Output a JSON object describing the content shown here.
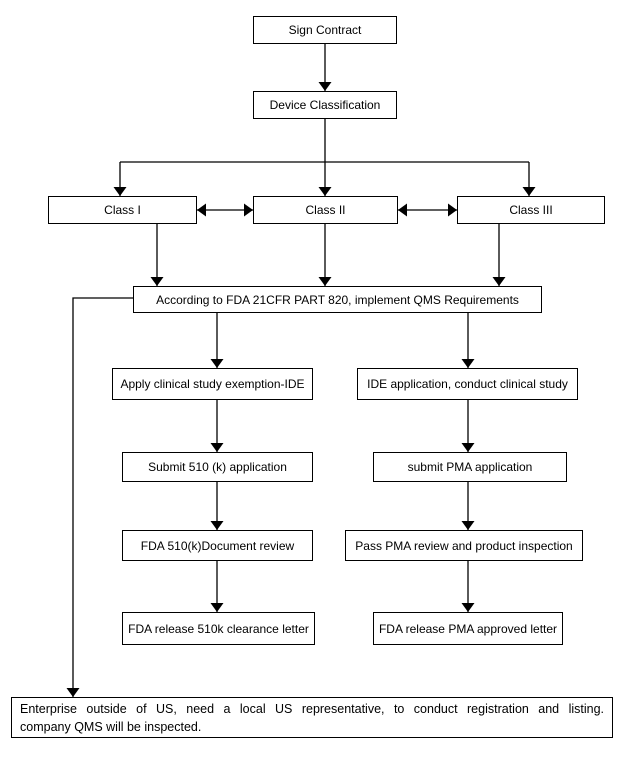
{
  "colors": {
    "background": "#ffffff",
    "line": "#000000",
    "box_border": "#000000",
    "box_fill": "#ffffff",
    "text": "#000000"
  },
  "nodes": {
    "sign_contract": "Sign Contract",
    "device_classification": "Device Classification",
    "class_1": "Class I",
    "class_2": "Class II",
    "class_3": "Class III",
    "qms_requirements": "According to FDA 21CFR PART 820, implement QMS Requirements",
    "apply_ide_exemption": "Apply clinical study exemption-IDE",
    "ide_application": "IDE application, conduct clinical study",
    "submit_510k": "Submit 510 (k) application",
    "submit_pma": "submit PMA application",
    "fda_510k_review": "FDA 510(k)Document review",
    "pass_pma_review": "Pass PMA review and product inspection",
    "release_510k_letter": "FDA release 510k clearance letter",
    "release_pma_letter": "FDA release PMA approved letter"
  },
  "note": {
    "line1": "Enterprise outside of US, need a local US representative, to conduct registration and listing.",
    "line2": "company QMS will be inspected."
  }
}
